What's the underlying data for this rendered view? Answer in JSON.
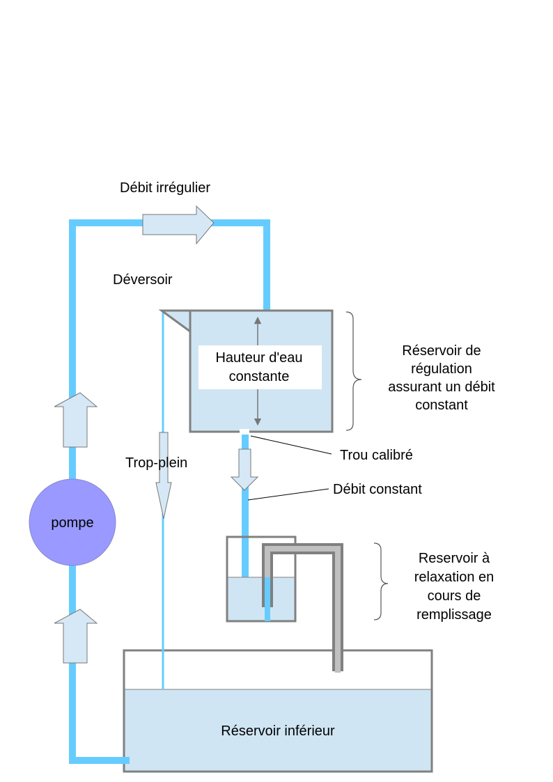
{
  "labels": {
    "flow_irregular": "Débit irrégulier",
    "weir": "Déversoir",
    "constant_height_line1": "Hauteur d'eau",
    "constant_height_line2": "constante",
    "regulation_tank_line1": "Réservoir de",
    "regulation_tank_line2": "régulation",
    "regulation_tank_line3": "assurant un débit",
    "regulation_tank_line4": "constant",
    "calibrated_hole": "Trou calibré",
    "overflow": "Trop-plein",
    "constant_flow": "Débit constant",
    "pump": "pompe",
    "relaxation_tank_line1": "Reservoir à",
    "relaxation_tank_line2": "relaxation en",
    "relaxation_tank_line3": "cours de",
    "relaxation_tank_line4": "remplissage",
    "lower_tank": "Réservoir inférieur"
  },
  "colors": {
    "pipe": "#66ccff",
    "water": "#cfe5f3",
    "tank_border": "#808080",
    "pump": "#9999ff",
    "siphon_outer": "#808080",
    "siphon_inner": "#c0c0c0"
  }
}
